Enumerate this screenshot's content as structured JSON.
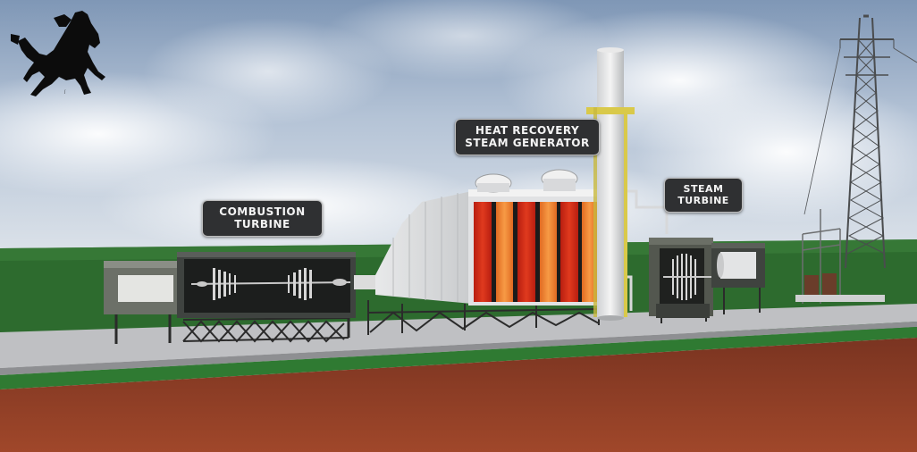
{
  "labels": {
    "combustion_turbine": [
      "COMBUSTION",
      "TURBINE"
    ],
    "hrsg": [
      "HEAT RECOVERY",
      "STEAM GENERATOR"
    ],
    "steam_turbine": [
      "STEAM",
      "TURBINE"
    ]
  },
  "colors": {
    "sky_top": "#8da4c2",
    "grass": "#2d6b2e",
    "soil": "#8b3a20",
    "slab": "#b9babd",
    "hrsg_red": "#d42b16",
    "hrsg_orange": "#f07a2a",
    "stack_yellow": "#d9c94a",
    "label_bg": "#2f3032"
  },
  "icons": {
    "logo": "rearing-horse-icon"
  }
}
